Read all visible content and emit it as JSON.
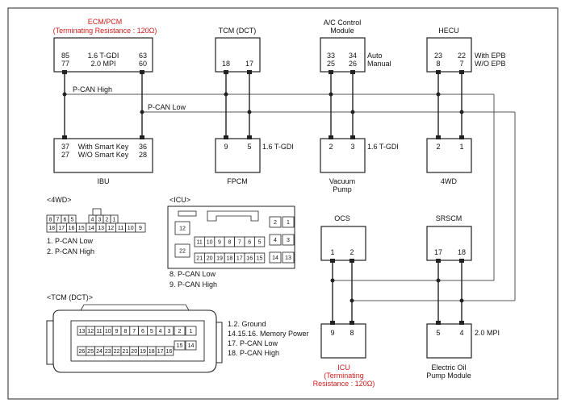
{
  "modules": {
    "ecm": {
      "name": "ECM/PCM",
      "note": "(Terminating Resistance : 120Ω)",
      "row1_pin_a": "85",
      "row1_label": "1.6 T-GDI",
      "row1_pin_b": "63",
      "row2_pin_a": "77",
      "row2_label": "2.0 MPI",
      "row2_pin_b": "60"
    },
    "tcm": {
      "name": "TCM (DCT)",
      "pin_a": "18",
      "pin_b": "17"
    },
    "ac": {
      "name_line1": "A/C Control",
      "name_line2": "Module",
      "row1_pin_a": "33",
      "row1_pin_b": "34",
      "row1_label": "Auto",
      "row2_pin_a": "25",
      "row2_pin_b": "26",
      "row2_label": "Manual"
    },
    "hecu": {
      "name": "HECU",
      "row1_pin_a": "23",
      "row1_pin_b": "22",
      "row1_label": "With EPB",
      "row2_pin_a": "8",
      "row2_pin_b": "7",
      "row2_label": "W/O EPB"
    },
    "ibu": {
      "name": "IBU",
      "row1_pin_a": "37",
      "row1_label": "With Smart Key",
      "row1_pin_b": "36",
      "row2_pin_a": "27",
      "row2_label": "W/O Smart Key",
      "row2_pin_b": "28"
    },
    "fpcm": {
      "name": "FPCM",
      "pin_a": "9",
      "pin_b": "5",
      "label": "1.6 T-GDI"
    },
    "vacuum": {
      "name_line1": "Vacuum",
      "name_line2": "Pump",
      "pin_a": "2",
      "pin_b": "3",
      "label": "1.6 T-GDI"
    },
    "awd": {
      "name": "4WD",
      "pin_a": "2",
      "pin_b": "1"
    },
    "ocs": {
      "name": "OCS",
      "pin_a": "1",
      "pin_b": "2"
    },
    "srscm": {
      "name": "SRSCM",
      "pin_a": "17",
      "pin_b": "18"
    },
    "icu": {
      "name": "ICU",
      "note_line1": "(Terminating",
      "note_line2": "Resistance : 120Ω)",
      "pin_a": "9",
      "pin_b": "8"
    },
    "eop": {
      "name_line1": "Electric Oil",
      "name_line2": "Pump Module",
      "pin_a": "5",
      "pin_b": "4",
      "label": "2.0 MPI"
    }
  },
  "wires": {
    "high": "P-CAN High",
    "low": "P-CAN Low"
  },
  "connectors": {
    "awd": {
      "title": "<4WD>",
      "top_row": [
        "8",
        "7",
        "6",
        "5",
        "",
        "4",
        "3",
        "2",
        "1"
      ],
      "bottom_row": [
        "18",
        "17",
        "16",
        "15",
        "14",
        "13",
        "12",
        "11",
        "10",
        "9"
      ],
      "legend": [
        "1. P-CAN Low",
        "2. P-CAN High"
      ]
    },
    "icu": {
      "title": "<ICU>",
      "left_pins": [
        "12",
        "22"
      ],
      "right_pins": [
        "2",
        "1",
        "4",
        "3",
        "14",
        "13"
      ],
      "mid_row1": [
        "11",
        "10",
        "9",
        "8",
        "7",
        "6",
        "5"
      ],
      "mid_row2": [
        "21",
        "20",
        "19",
        "18",
        "17",
        "16",
        "15"
      ],
      "legend": [
        "8. P-CAN Low",
        "9. P-CAN High"
      ]
    },
    "tcm": {
      "title": "<TCM (DCT)>",
      "row1": [
        "13",
        "12",
        "11",
        "10",
        "9",
        "8",
        "7",
        "6",
        "5",
        "4",
        "3"
      ],
      "row1_right": [
        "2",
        "1"
      ],
      "row2_right": [
        "15",
        "14"
      ],
      "row3": [
        "26",
        "25",
        "24",
        "23",
        "22",
        "21",
        "20",
        "19",
        "18",
        "17",
        "16"
      ],
      "legend": [
        "1.2. Ground",
        "14.15.16. Memory Power",
        "17. P-CAN Low",
        "18. P-CAN High"
      ]
    }
  }
}
